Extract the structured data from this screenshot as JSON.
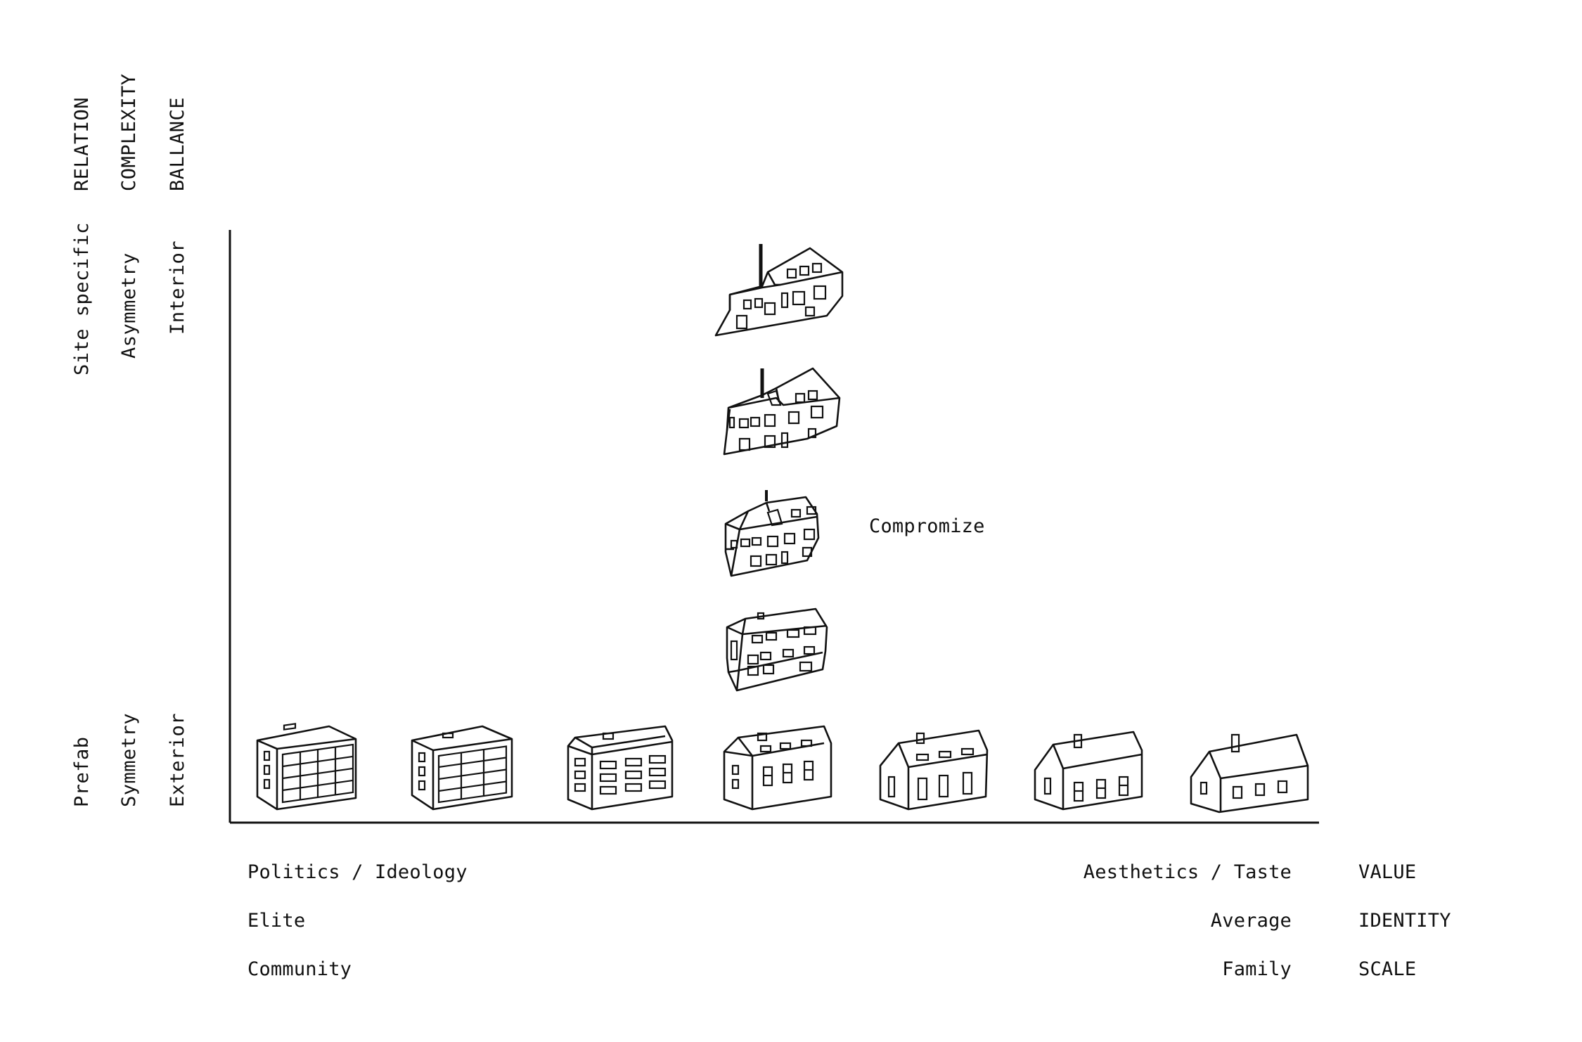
{
  "y_axis": {
    "headers": [
      "RELATION",
      "COMPLEXITY",
      "BALLANCE"
    ],
    "top_labels": [
      "Site specific",
      "Asymmetry",
      "Interior"
    ],
    "bottom_labels": [
      "Prefab",
      "Symmetry",
      "Exterior"
    ]
  },
  "x_axis": {
    "left_labels": [
      "Politics / Ideology",
      "Elite",
      "Community"
    ],
    "right_labels": [
      "Aesthetics / Taste",
      "Average",
      "Family"
    ],
    "headers": [
      "VALUE",
      "IDENTITY",
      "SCALE"
    ]
  },
  "annotation": "Compromize",
  "icons": {
    "bottom_row": [
      "prefab-tower-icon",
      "prefab-slab-icon",
      "apartment-block-icon",
      "townhouse-icon",
      "gable-house-wide-icon",
      "gable-house-icon",
      "family-house-icon"
    ],
    "vertical_column": [
      "townhouse-variant-1-icon",
      "compromise-house-icon",
      "asymmetric-house-icon",
      "site-specific-house-icon"
    ]
  },
  "colors": {
    "ink": "#111111",
    "background": "#ffffff"
  }
}
